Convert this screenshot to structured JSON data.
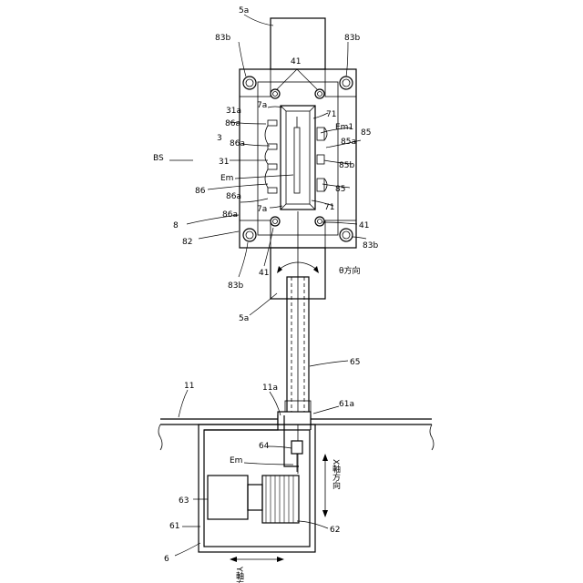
{
  "labels": {
    "l5a_top": "5a",
    "l83b_tl": "83b",
    "l83b_tr": "83b",
    "l41_top": "41",
    "l7a_top": "7a",
    "l31a": "31a",
    "l86a_1": "86a",
    "l3": "3",
    "l71_top": "71",
    "lEm1": "Em1",
    "l85_top": "85",
    "l85a": "85a",
    "l86a_2": "86a",
    "lBS": "BS",
    "l31": "31",
    "l85b": "85b",
    "lEm_upper": "Em",
    "l86": "86",
    "l86a_3": "86a",
    "l85_bot": "85",
    "l71_bot": "71",
    "l7a_bot": "7a",
    "l86a_4": "86a",
    "l8": "8",
    "l41_br": "41",
    "l82": "82",
    "l83b_br": "83b",
    "l41_bl": "41",
    "l83b_bl": "83b",
    "ltheta": "θ方向",
    "l5a_bot": "5a",
    "l65": "65",
    "l11": "11",
    "l11a": "11a",
    "l61a": "61a",
    "l64": "64",
    "lEm_lower": "Em",
    "lX": "X軸方向",
    "l63": "63",
    "l61": "61",
    "l62": "62",
    "l6": "6",
    "lY": "Y軸方向"
  }
}
